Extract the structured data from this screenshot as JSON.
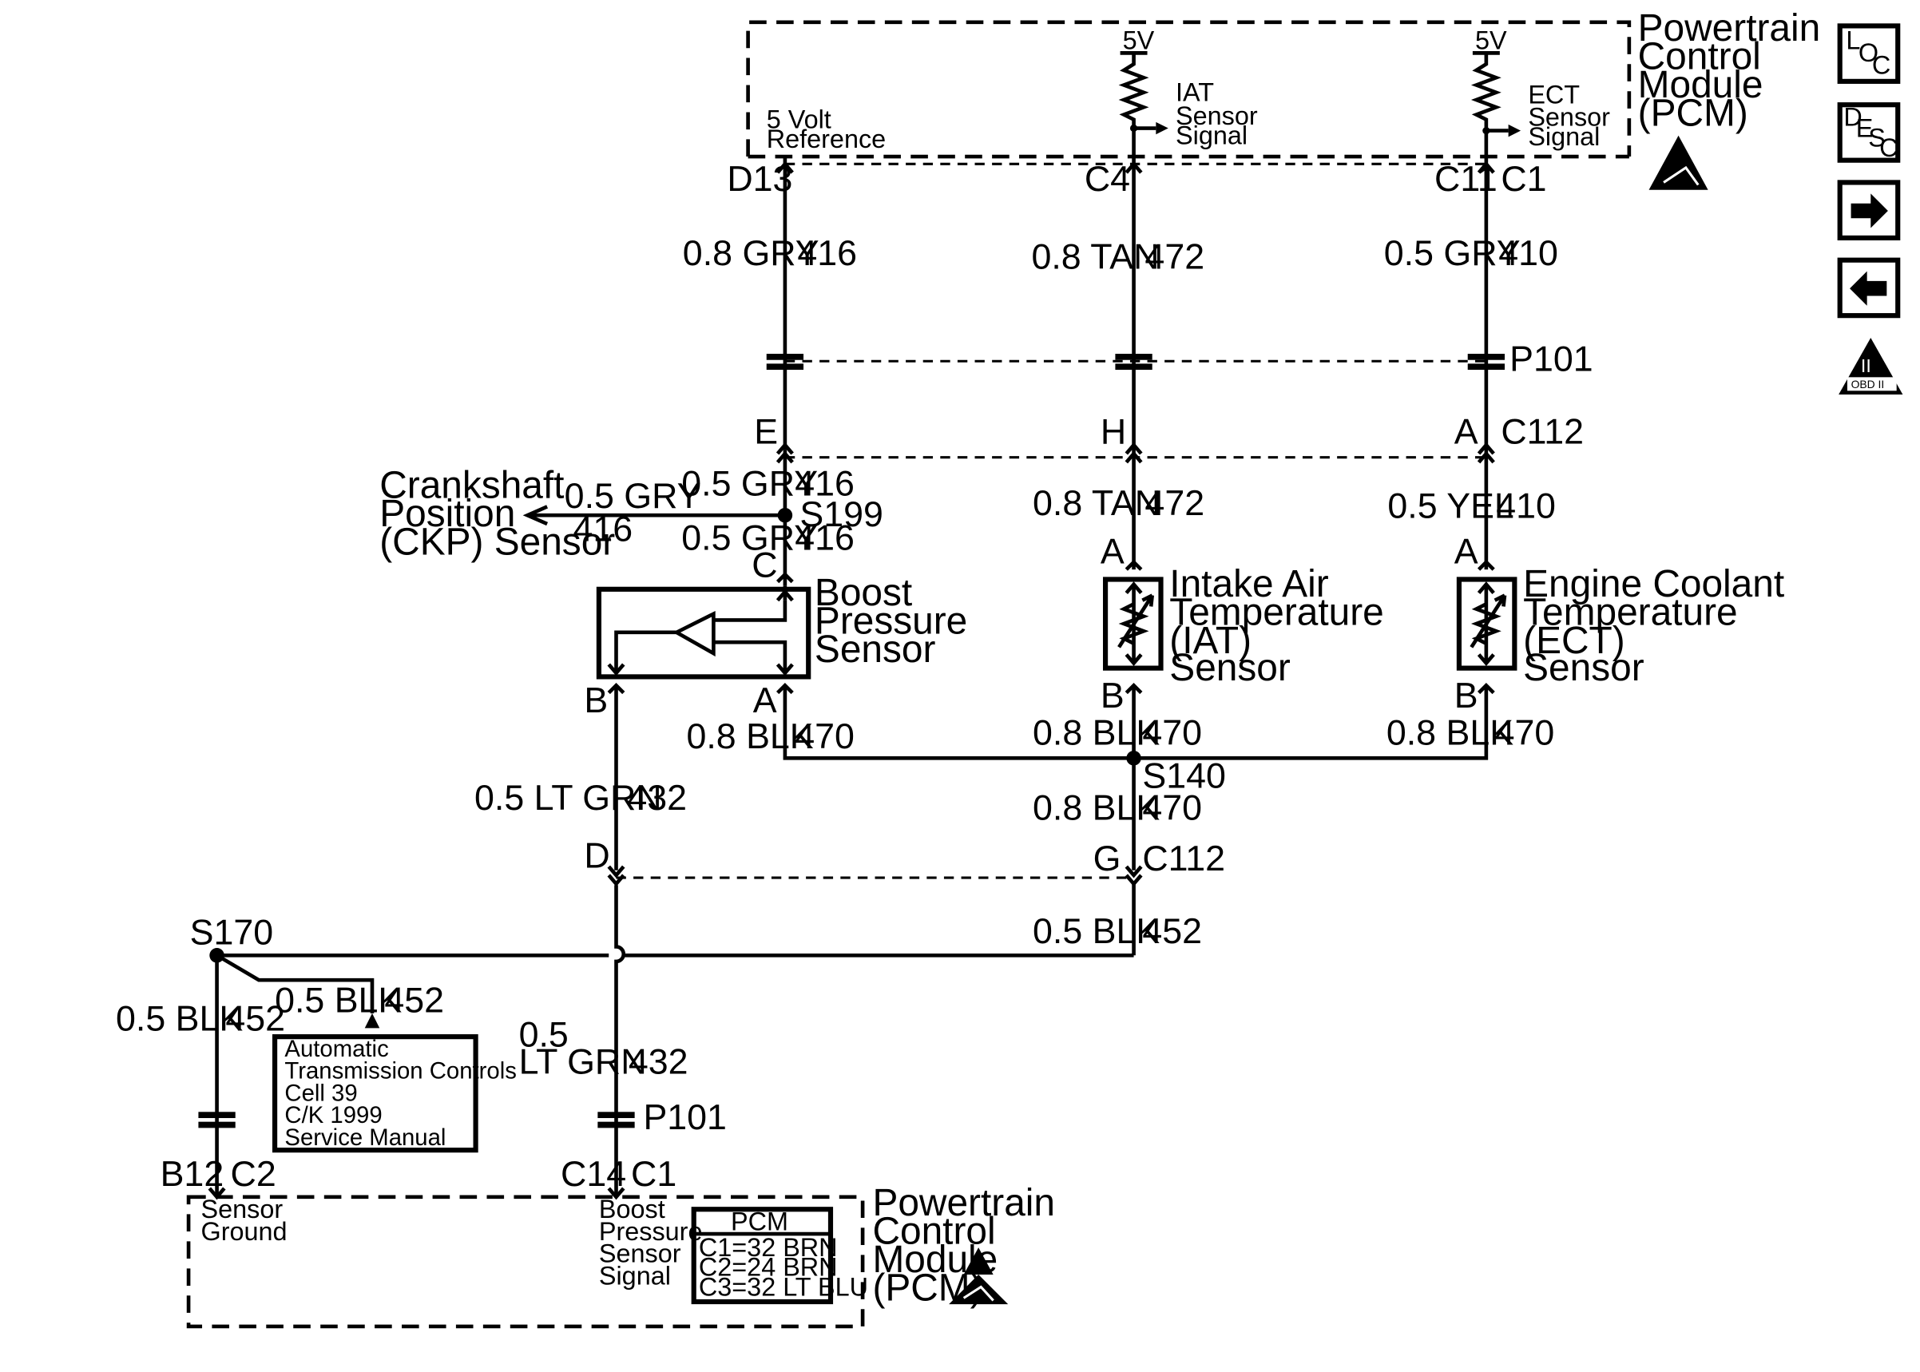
{
  "pcm_top": {
    "title": [
      "Powertrain",
      "Control",
      "Module",
      "(PCM)"
    ],
    "v5_left": "5V",
    "v5_right": "5V",
    "ref": [
      "5 Volt",
      "Reference"
    ],
    "iat_sig": [
      "IAT",
      "Sensor",
      "Signal"
    ],
    "ect_sig": [
      "ECT",
      "Sensor",
      "Signal"
    ]
  },
  "pins_top": {
    "d13": "D13",
    "c4": "C4",
    "c11": "C11",
    "c1": "C1"
  },
  "wires": {
    "w416a": "0.8 GRY",
    "c416a": "416",
    "w472a": "0.8 TAN",
    "c472a": "472",
    "w410a": "0.5 GRY",
    "c410a": "410",
    "w416b": "0.5 GRY",
    "c416b": "416",
    "w416c": "0.5 GRY",
    "c416c": "416",
    "w416d": "0.5 GRY",
    "c416d": "416",
    "w472b": "0.8 TAN",
    "c472b": "472",
    "w410b": "0.5 YEL",
    "c410b": "410",
    "w470a": "0.8 BLK",
    "c470a": "470",
    "w470b": "0.8 BLK",
    "c470b": "470",
    "w470c": "0.8 BLK",
    "c470c": "470",
    "w470d": "0.8 BLK",
    "c470d": "470",
    "w432a": "0.5 LT GRN",
    "c432a": "432",
    "w432b": [
      "0.5",
      "LT GRN"
    ],
    "c432b": "432",
    "w452a": "0.5 BLK",
    "c452a": "452",
    "w452b": "0.5 BLK",
    "c452b": "452",
    "w452c": "0.5 BLK",
    "c452c": "452"
  },
  "connectors": {
    "p101_top": "P101",
    "c112_top": "C112",
    "pin_e": "E",
    "pin_h": "H",
    "pin_a_c112": "A",
    "s199": "S199",
    "pin_c": "C",
    "pin_a_iat": "A",
    "pin_a_ect": "A",
    "pin_b_bps": "B",
    "pin_a_bps": "A",
    "pin_b_iat": "B",
    "pin_b_ect": "B",
    "s140": "S140",
    "pin_d": "D",
    "pin_g": "G",
    "c112_bot": "C112",
    "s170": "S170",
    "p101_bot": "P101",
    "b12": "B12",
    "c2": "C2",
    "c14": "C14",
    "c1": "C1"
  },
  "components": {
    "ckp": [
      "Crankshaft",
      "Position",
      "(CKP) Sensor"
    ],
    "bps": [
      "Boost",
      "Pressure",
      "Sensor"
    ],
    "iat": [
      "Intake Air",
      "Temperature",
      "(IAT)",
      "Sensor"
    ],
    "ect": [
      "Engine Coolant",
      "Temperature",
      "(ECT)",
      "Sensor"
    ],
    "atc": [
      "Automatic",
      "Transmission Controls",
      "Cell 39",
      "C/K 1999",
      "Service Manual"
    ]
  },
  "pcm_bottom": {
    "title": [
      "Powertrain",
      "Control",
      "Module",
      "(PCM)"
    ],
    "sensor_ground": [
      "Sensor",
      "Ground"
    ],
    "boost_signal": [
      "Boost",
      "Pressure",
      "Sensor",
      "Signal"
    ],
    "table_title": "PCM",
    "table_rows": [
      "C1=32 BRN",
      "C2=24 BRN",
      "C3=32 LT BLU"
    ]
  },
  "nav": {
    "loc": {
      "l": "L",
      "o": "O",
      "c": "C"
    },
    "desc": {
      "d": "D",
      "e": "E",
      "s": "S",
      "c": "C"
    },
    "obd": {
      "roman": "II",
      "label": "OBD II"
    }
  }
}
